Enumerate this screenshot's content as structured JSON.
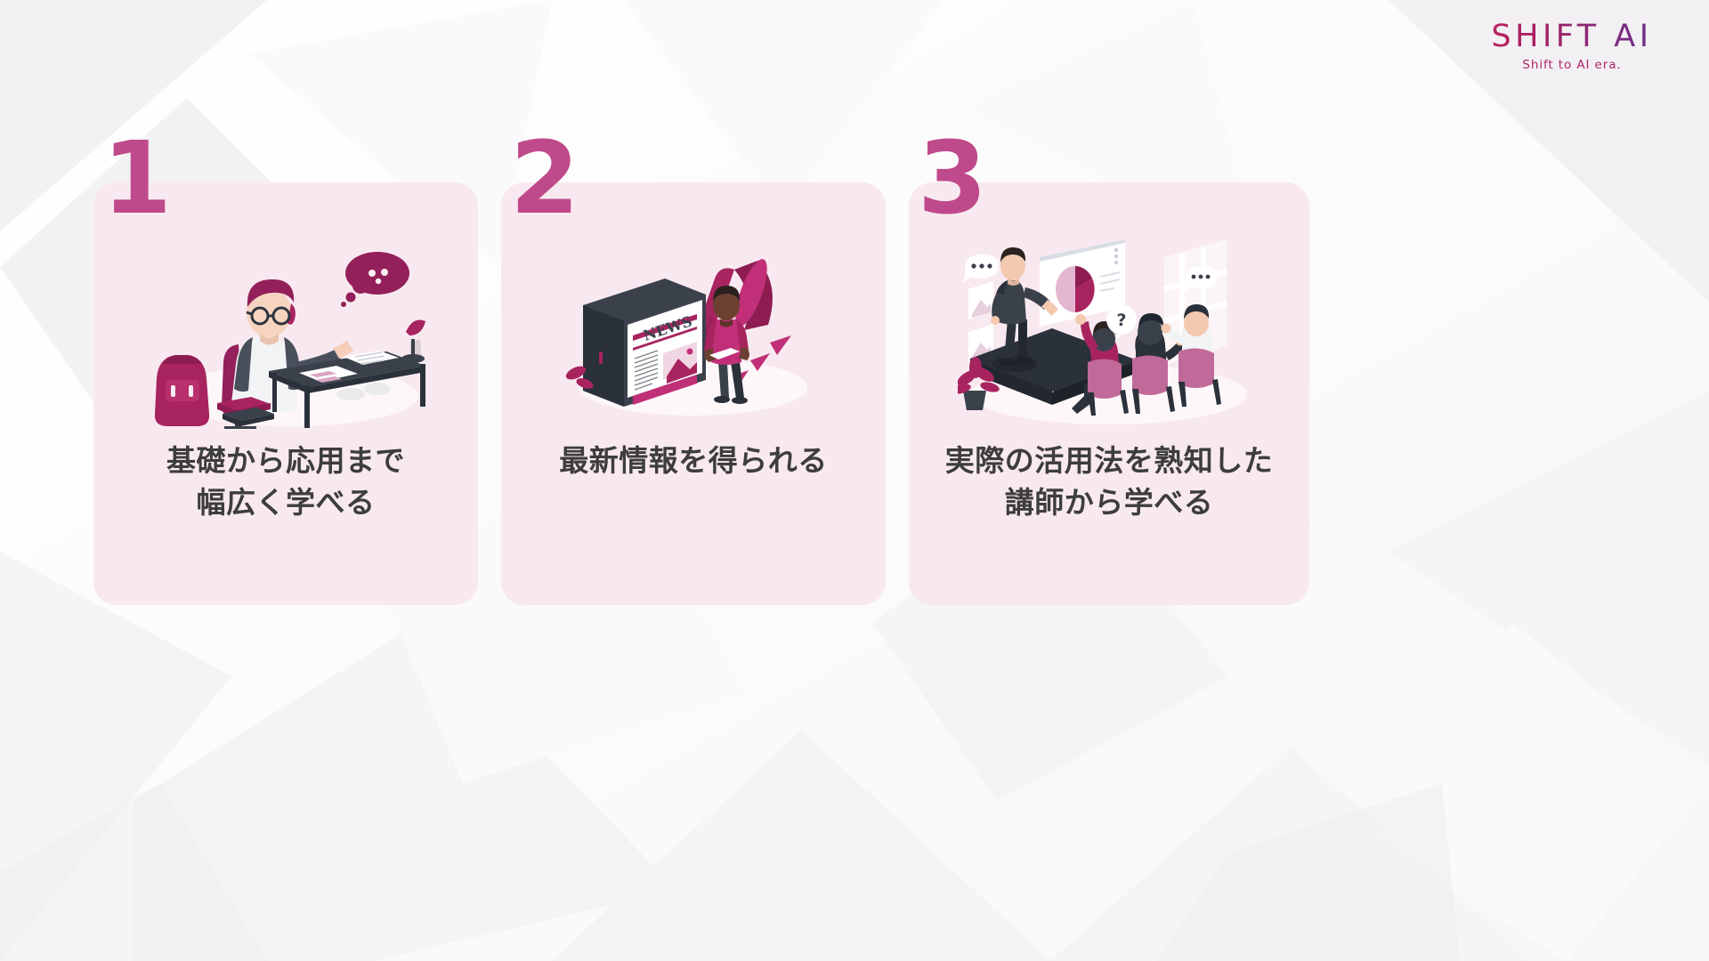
{
  "brand": {
    "logo_text": "SHIFT AI",
    "tagline": "Shift to AI era.",
    "accent_color": "#b4246a",
    "gradient_start": "#c2265f",
    "gradient_end": "#5b2f93"
  },
  "slide": {
    "background_color": "#fdfdfe",
    "card_background_color": "#f8e9f0",
    "number_color": "#bf4a8b",
    "caption_color": "#3d3d3d"
  },
  "cards": [
    {
      "number": "1",
      "illustration": "student-studying-at-desk-illustration",
      "caption_line_1": "基礎から応用まで",
      "caption_line_2": "幅広く学べる"
    },
    {
      "number": "2",
      "illustration": "news-tablet-megaphone-illustration",
      "caption_line_1": "最新情報を得られる",
      "caption_line_2": ""
    },
    {
      "number": "3",
      "illustration": "seminar-lecture-audience-illustration",
      "caption_line_1": "実際の活用法を熟知した",
      "caption_line_2": "講師から学べる"
    }
  ],
  "illustration_labels": {
    "news_screen_text": "NEWS",
    "question_mark": "?",
    "speech_dots": "•••"
  }
}
